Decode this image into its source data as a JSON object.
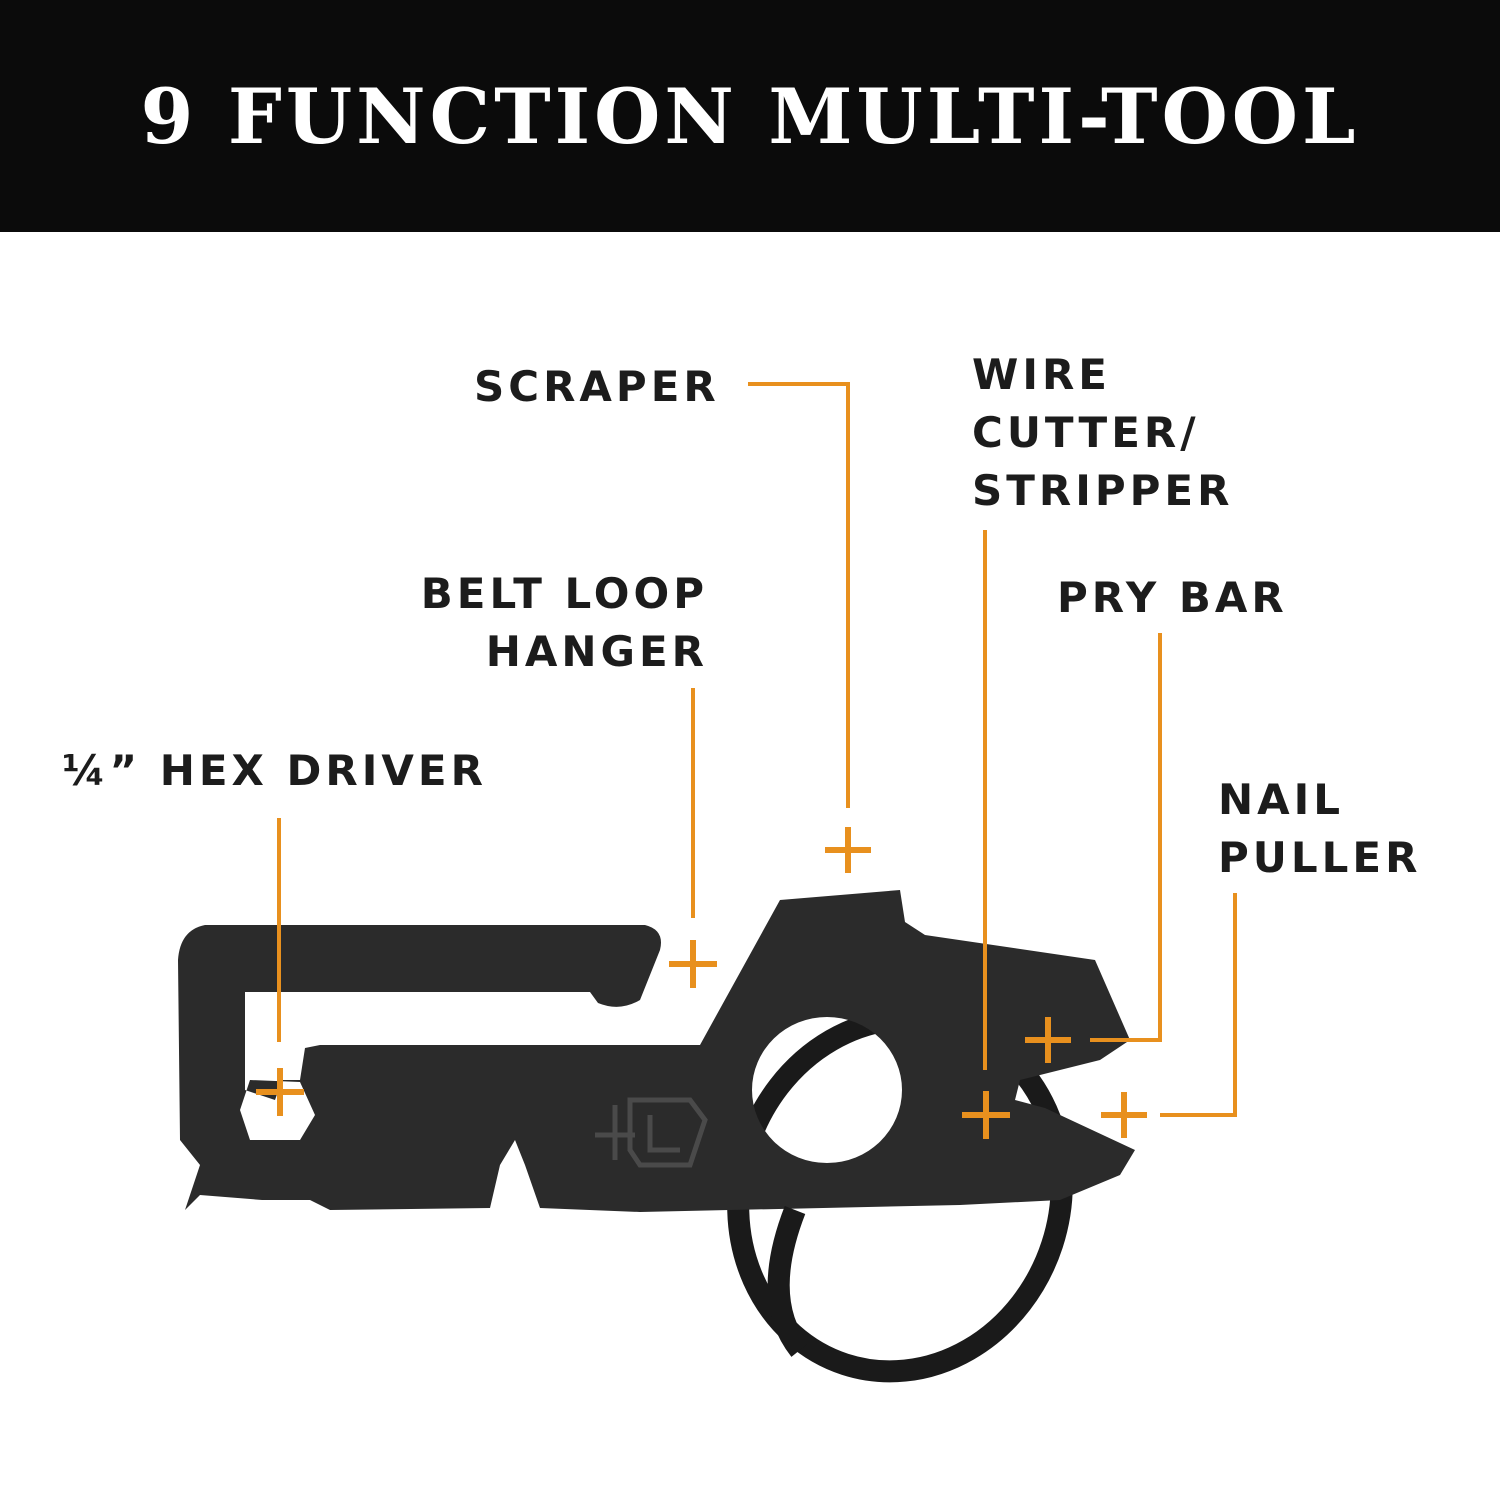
{
  "header": {
    "title": "9 FUNCTION MULTI-TOOL"
  },
  "callouts": {
    "hex_driver": {
      "line1": "¼” HEX DRIVER"
    },
    "belt_loop": {
      "line1": "BELT LOOP",
      "line2": "HANGER"
    },
    "scraper": {
      "line1": "SCRAPER"
    },
    "wire_cutter": {
      "line1": "WIRE",
      "line2": "CUTTER/",
      "line3": "STRIPPER"
    },
    "pry_bar": {
      "line1": "PRY BAR"
    },
    "nail_puller": {
      "line1": "NAIL",
      "line2": "PULLER"
    }
  },
  "colors": {
    "accent": "#E8901E",
    "header_bg": "#0B0B0B",
    "tool": "#2B2B2B",
    "text": "#1C1C1C"
  }
}
